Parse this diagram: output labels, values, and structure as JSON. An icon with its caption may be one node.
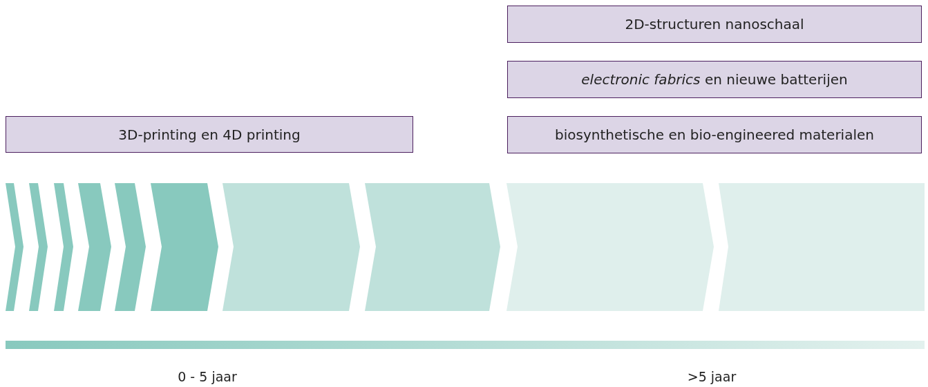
{
  "diagram": {
    "nodes": [
      {
        "text": [
          "2D-structuren nanoschaal"
        ]
      },
      {
        "text": [
          "*electronic fabrics* en nieuwe batterijen"
        ]
      },
      {
        "text": [
          "3D-printing en 4D printing"
        ]
      },
      {
        "text": [
          "biosynthetische en bio-engineered materialen"
        ]
      }
    ],
    "labels": [
      "0 - 5 jaar",
      ">5 jaar"
    ]
  }
}
